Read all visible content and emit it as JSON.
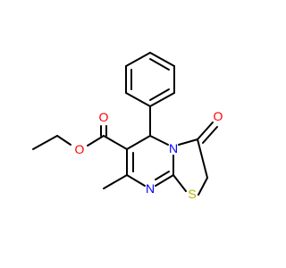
{
  "colors": {
    "bond": "#000000",
    "oxygen": "#ff0000",
    "nitrogen": "#0000ff",
    "sulfur": "#b3b300",
    "background": "#ffffff"
  },
  "atoms": {
    "O_ester_carbonyl": "O",
    "O_ester_link": "O",
    "O_lactam": "O",
    "N_ring": "N",
    "N_imine": "N",
    "S_ring": "S"
  }
}
